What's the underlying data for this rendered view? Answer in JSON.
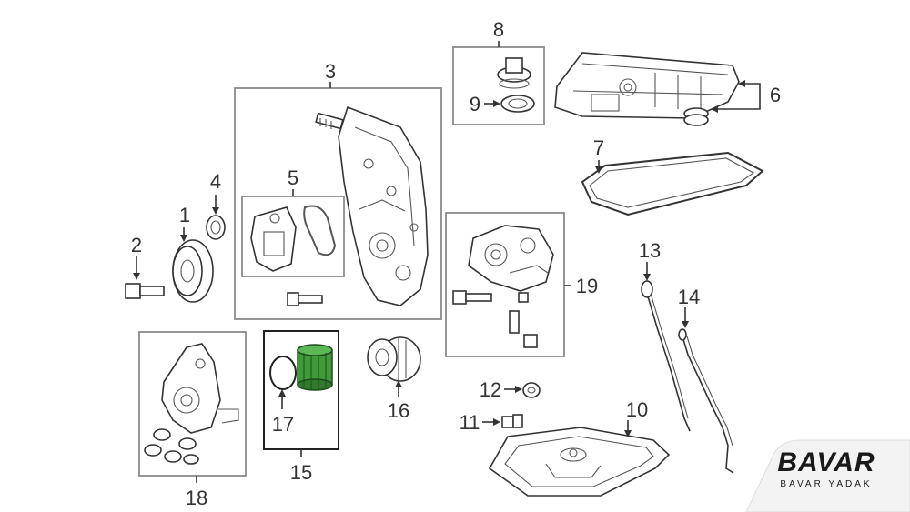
{
  "callouts": {
    "c1": "1",
    "c2": "2",
    "c3": "3",
    "c4": "4",
    "c5": "5",
    "c6": "6",
    "c7": "7",
    "c8": "8",
    "c9": "9",
    "c10": "10",
    "c11": "11",
    "c12": "12",
    "c13": "13",
    "c14": "14",
    "c15": "15",
    "c16": "16",
    "c17": "17",
    "c18": "18",
    "c19": "19"
  },
  "logo": {
    "word": "BAVAR",
    "subtitle": "BAVAR YADAK"
  },
  "colors": {
    "highlight": "#3f9a3a",
    "line": "#333333",
    "frame": "#8a8a8a"
  }
}
